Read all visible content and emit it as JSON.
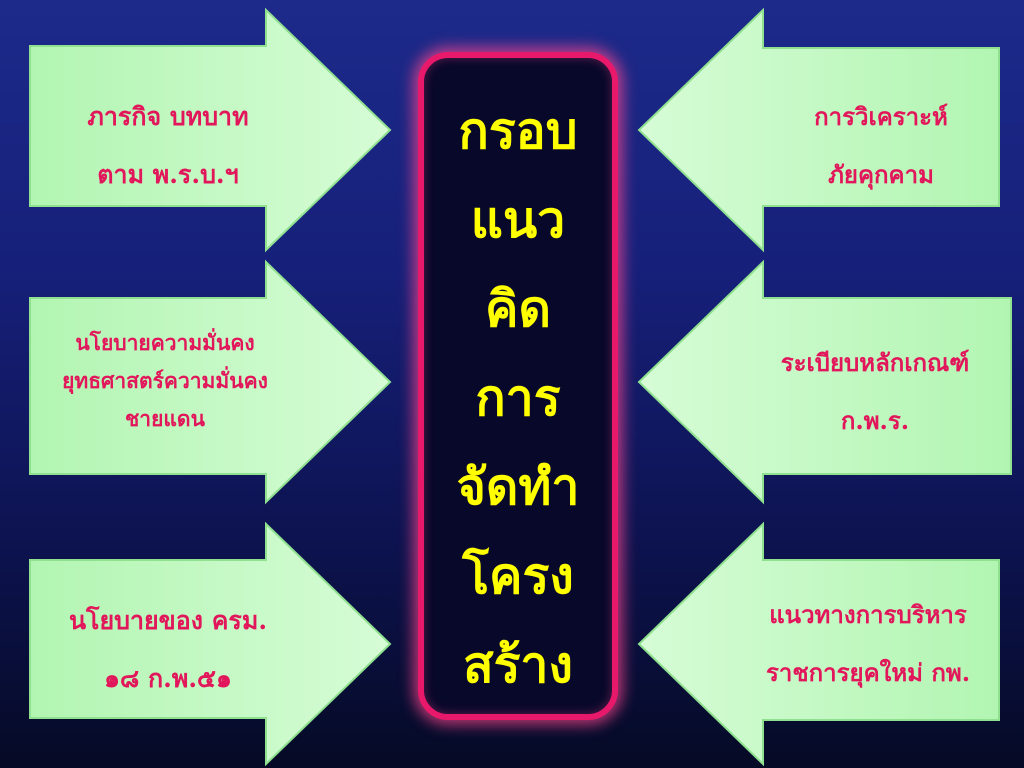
{
  "center": {
    "lines": [
      "กรอบ",
      "แนว",
      "คิด",
      "การ",
      "จัดทำ",
      "โครง",
      "สร้าง"
    ],
    "text_color": "#ffff00",
    "border_color": "#e8196a",
    "background": "#08082a"
  },
  "left_arrows": [
    {
      "lines": [
        "ภารกิจ บทบาท",
        "ตาม พ.ร.บ.ฯ"
      ]
    },
    {
      "lines": [
        "นโยบายความมั่นคง",
        "ยุทธศาสตร์ความมั่นคง",
        "ชายแดน"
      ]
    },
    {
      "lines": [
        "นโยบายของ ครม.",
        "๑๘ ก.พ.๕๑"
      ]
    }
  ],
  "right_arrows": [
    {
      "lines": [
        "การวิเคราะห์",
        "ภัยคุกคาม"
      ]
    },
    {
      "lines": [
        "ระเบียบหลักเกณฑ์",
        "ก.พ.ร."
      ]
    },
    {
      "lines": [
        "แนวทางการบริหาร",
        "ราชการยุคใหม่ กพ."
      ]
    }
  ],
  "colors": {
    "arrow_fill": "#b9f7b9",
    "arrow_stroke": "#8fe08f",
    "arrow_text": "#e2165a"
  }
}
